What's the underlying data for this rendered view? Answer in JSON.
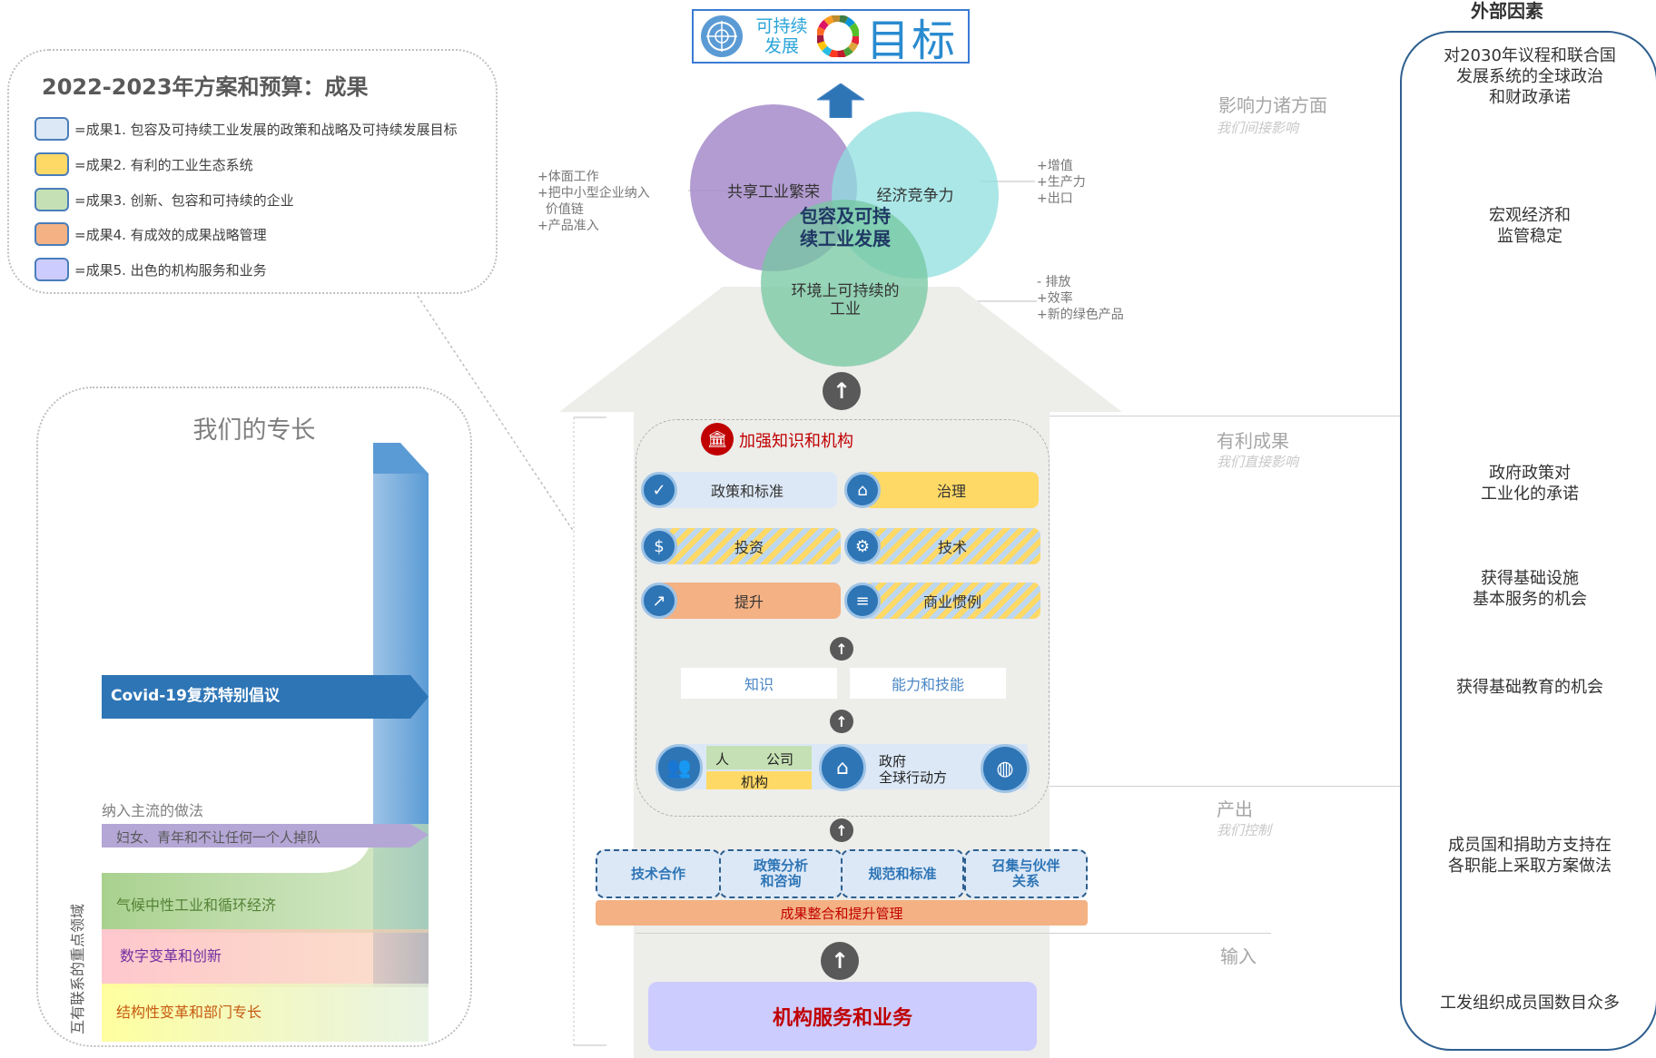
{
  "goal": {
    "sdg_text_line1": "可持续",
    "sdg_text_line2": "发展",
    "big_text": "目标"
  },
  "legend": {
    "title": "2022-2023年方案和预算：成果",
    "items": [
      {
        "label": "=成果1. 包容及可持续工业发展的政策和战略及可持续发展目标",
        "color": "#dce8f6"
      },
      {
        "label": "=成果2. 有利的工业生态系统",
        "color": "#ffd966"
      },
      {
        "label": "=成果3. 创新、包容和可持续的企业",
        "color": "#c5e0b4"
      },
      {
        "label": "=成果4. 有成效的成果战略管理",
        "color": "#f4b183"
      },
      {
        "label": "=成果5. 出色的机构服务和业务",
        "color": "#ccccff"
      }
    ]
  },
  "expertise": {
    "title": "我们的专长",
    "covid": "Covid-19复苏特别倡议",
    "mainstream_label": "纳入主流的做法",
    "mainstream_item": "妇女、青年和不让任何一个人掉队",
    "priority_label": "互有联系的重点领域",
    "streams": [
      {
        "label": "气候中性工业和循环经济",
        "color": "#a9d18e",
        "text_color": "#548235"
      },
      {
        "label": "数字变革和创新",
        "color": "#ffc7ce",
        "text_color": "#7030a0"
      },
      {
        "label": "结构性变革和部门专长",
        "color": "#ffff99",
        "text_color": "#c55a11"
      }
    ]
  },
  "circles": {
    "prosperity": "共享工业繁荣",
    "competitiveness": "经济竞争力",
    "environment": "环境上可持续的工业",
    "center": "包容及可持续工业发展"
  },
  "notes": {
    "left": "+体面工作\n+把中小型企业纳入\n  价值链\n+产品准入",
    "right_top": "+增值\n+生产力\n+出口",
    "right_bottom": "- 排放\n+效率\n+新的绿色产品"
  },
  "tiers": {
    "impact": {
      "title": "影响力诸方面",
      "sub": "我们间接影响"
    },
    "outcome": {
      "title": "有利成果",
      "sub": "我们直接影响"
    },
    "output": {
      "title": "产出",
      "sub": "我们控制"
    },
    "input": {
      "title": "输入"
    }
  },
  "knowledge": {
    "header": "加强知识和机构",
    "cells": {
      "policy": "政策和标准",
      "governance": "治理",
      "investment": "投资",
      "technology": "技术",
      "upgrade": "提升",
      "business": "商业惯例"
    },
    "knowledge_box": "知识",
    "skills_box": "能力和技能",
    "actors": {
      "people": "人",
      "company": "公司",
      "institution": "机构",
      "government": "政府",
      "global": "全球行动方"
    }
  },
  "outputs": {
    "items": [
      "技术合作",
      "政策分析\n和咨询",
      "规范和标准",
      "召集与伙伴\n关系"
    ],
    "bar": "成果整合和提升管理"
  },
  "inputs": {
    "box": "机构服务和业务"
  },
  "external": {
    "title": "外部因素",
    "items": [
      "对2030年议程和联合国\n发展系统的全球政治\n和财政承诺",
      "宏观经济和\n监管稳定",
      "政府政策对\n工业化的承诺",
      "获得基础设施\n基本服务的机会",
      "获得基础教育的机会",
      "成员国和捐助方支持在\n各职能上采取方案做法",
      "工发组织成员国数目众多"
    ]
  }
}
